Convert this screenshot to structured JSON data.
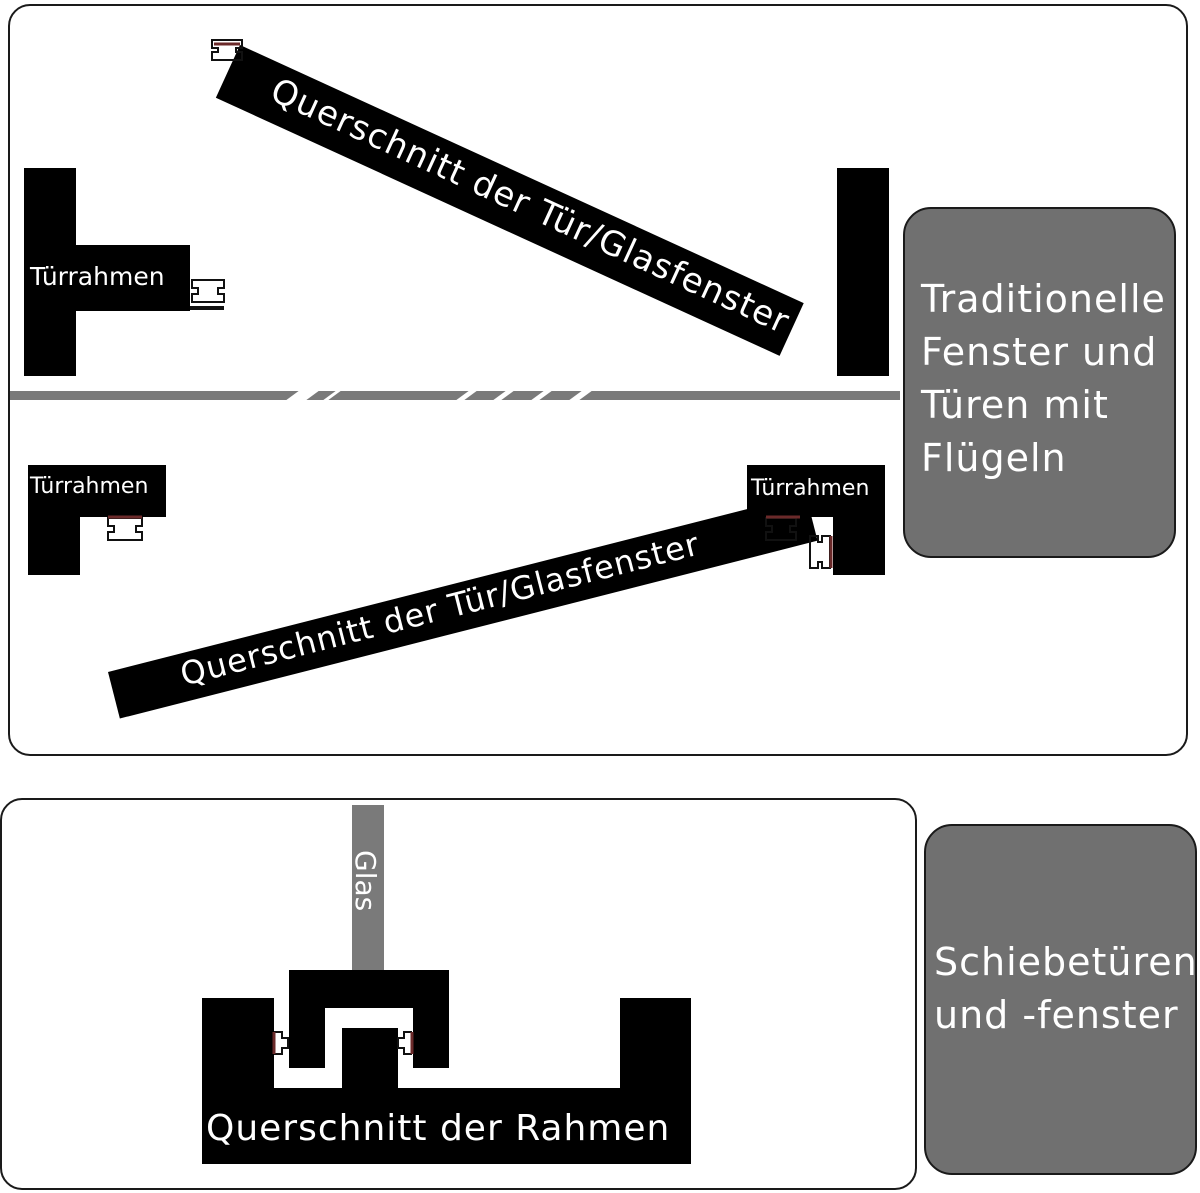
{
  "labels": {
    "traditional": [
      "Traditionelle",
      "Fenster und",
      "Türen mit",
      "Flügeln"
    ],
    "sliding": [
      "Schiebetüren",
      "und -fenster"
    ]
  },
  "top_diagram": {
    "door_frame": "Türrahmen",
    "cross_section": "Querschnitt der Tür/Glasfenster"
  },
  "bottom_diagram": {
    "glass": "Glas",
    "frame_cross_section": "Querschnitt der Rahmen"
  },
  "colors": {
    "label_box": "#707070",
    "frame": "#000000",
    "divider": "#7a7a7a",
    "seal_accent": "#6b2a2a"
  }
}
